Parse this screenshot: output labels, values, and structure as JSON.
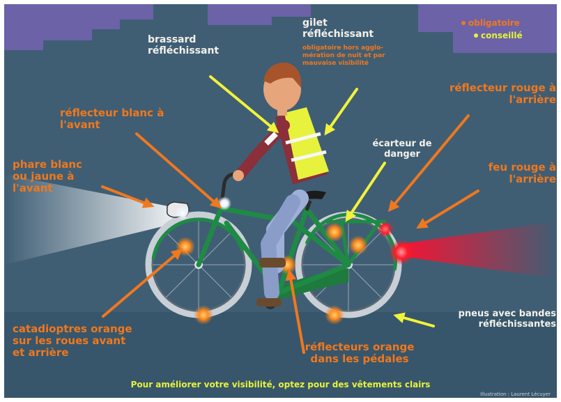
{
  "colors": {
    "background": "#3f5e74",
    "sky_buildings": "#6b62a8",
    "obligatoire": "#f0781e",
    "conseille": "#e6f23c",
    "arrows": "#f0781e",
    "arrows_conseille": "#f2f23a"
  },
  "legend": {
    "obligatoire": "obligatoire",
    "conseille": "conseillé"
  },
  "labels": {
    "brassard": "brassard\nréfléchissant",
    "gilet_title": "gilet\nréfléchissant",
    "gilet_note": "obligatoire hors agglo-\nmération de nuit et par\nmauvaise visibilité",
    "reflecteur_rouge": "réflecteur rouge à\nl'arrière",
    "reflecteur_blanc": "réflecteur blanc à\nl'avant",
    "ecarteur": "écarteur de\ndanger",
    "phare": "phare blanc\nou jaune à\nl'avant",
    "feu_rouge": "feu rouge à\nl'arrière",
    "pneus": "pneus avec bandes\nréfléchissantes",
    "catadioptres": "catadioptres orange\nsur les roues avant\net arrière",
    "reflecteurs_pedales": "réflecteurs orange\ndans les pédales",
    "bottom_advice": "Pour améliorer votre visibilité, optez pour des vêtements clairs",
    "credit": "Illustration : Laurent Lécuyer"
  }
}
